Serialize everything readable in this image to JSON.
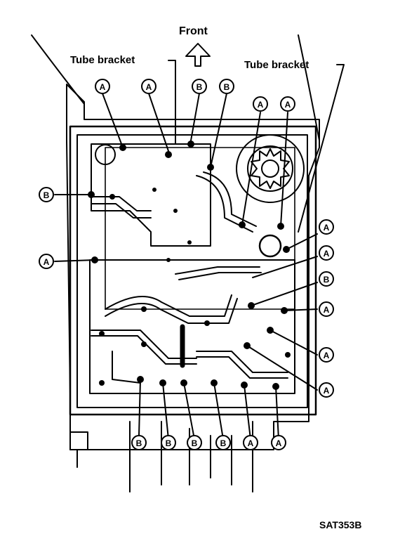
{
  "labels": {
    "front": "Front",
    "tube_bracket_left": "Tube bracket",
    "tube_bracket_right": "Tube bracket",
    "figure_code": "SAT353B"
  },
  "markers": {
    "a": "A",
    "b": "B"
  },
  "callouts": [
    {
      "letter": "a"
    },
    {
      "letter": "a"
    },
    {
      "letter": "b"
    },
    {
      "letter": "b"
    },
    {
      "letter": "a"
    },
    {
      "letter": "a"
    },
    {
      "letter": "b"
    },
    {
      "letter": "a"
    },
    {
      "letter": "a"
    },
    {
      "letter": "a"
    },
    {
      "letter": "b"
    },
    {
      "letter": "a"
    },
    {
      "letter": "a"
    },
    {
      "letter": "a"
    },
    {
      "letter": "b"
    },
    {
      "letter": "b"
    },
    {
      "letter": "b"
    },
    {
      "letter": "b"
    },
    {
      "letter": "a"
    },
    {
      "letter": "a"
    }
  ]
}
